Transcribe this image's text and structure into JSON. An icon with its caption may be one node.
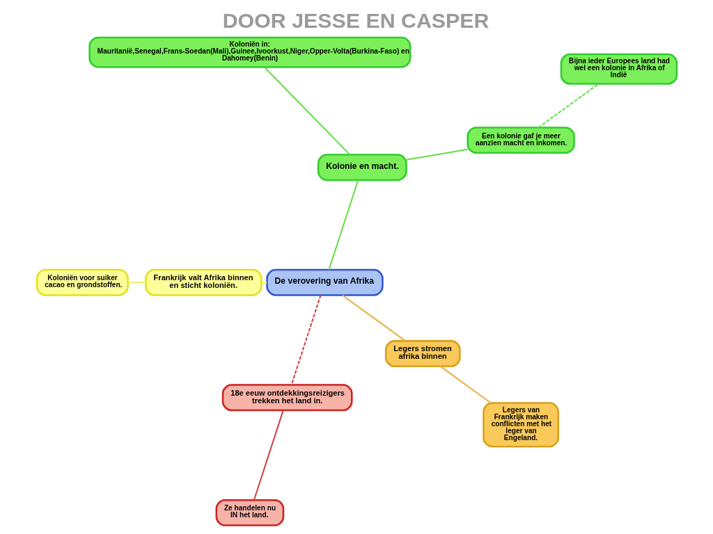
{
  "diagram": {
    "title": "DOOR JESSE EN CASPER",
    "nodes": [
      {
        "text": [
          "De verovering van Afrika"
        ]
      },
      {
        "text": [
          "Kolonie en macht."
        ]
      },
      {
        "text": [
          "Een kolonie gaf je meer aanzien macht en inkomen."
        ]
      },
      {
        "text": [
          "Bijna ieder Europees land had wel een kolonie in Afrika of Indië"
        ]
      },
      {
        "text": [
          "Koloniën in:",
          "Mauritanië,Senegal,Frans-Soedan(Mali),Guinee,Ivoorkust,Niger,Opper-Volta(Burkina-Faso) en Dahomey(Benin)"
        ]
      },
      {
        "text": [
          "Frankrijk valt Afrika binnen en sticht koloniën."
        ]
      },
      {
        "text": [
          "Koloniën voor suiker cacao en grondstoffen."
        ]
      },
      {
        "text": [
          "18e eeuw ontdekkingsreizigers trekken het land in."
        ]
      },
      {
        "text": [
          "Ze handelen nu IN het land."
        ]
      },
      {
        "text": [
          "Legers stromen afrika binnen"
        ]
      },
      {
        "text": [
          "Legers van Frankrijk maken conflicten met het leger van Engeland."
        ]
      }
    ],
    "edges": [
      {
        "from": 0,
        "to": 1,
        "arrow": "none"
      },
      {
        "from": 1,
        "to": 2,
        "arrow": "none"
      },
      {
        "from": 2,
        "to": 3,
        "arrow": "none",
        "style": "dashed"
      },
      {
        "from": 1,
        "to": 4,
        "arrow": "none"
      },
      {
        "from": 0,
        "to": 5,
        "arrow": "none",
        "color": "#f0f060"
      },
      {
        "from": 5,
        "to": 6,
        "arrow": "none",
        "color": "#f0f060"
      },
      {
        "from": 0,
        "to": 7,
        "arrow": "none",
        "color": "#d04040",
        "style": "dashed"
      },
      {
        "from": 7,
        "to": 8,
        "arrow": "none",
        "color": "#d04040"
      },
      {
        "from": 0,
        "to": 9,
        "arrow": "none",
        "color": "#e8b040"
      },
      {
        "from": 9,
        "to": 10,
        "arrow": "none",
        "color": "#e8b040"
      }
    ]
  }
}
